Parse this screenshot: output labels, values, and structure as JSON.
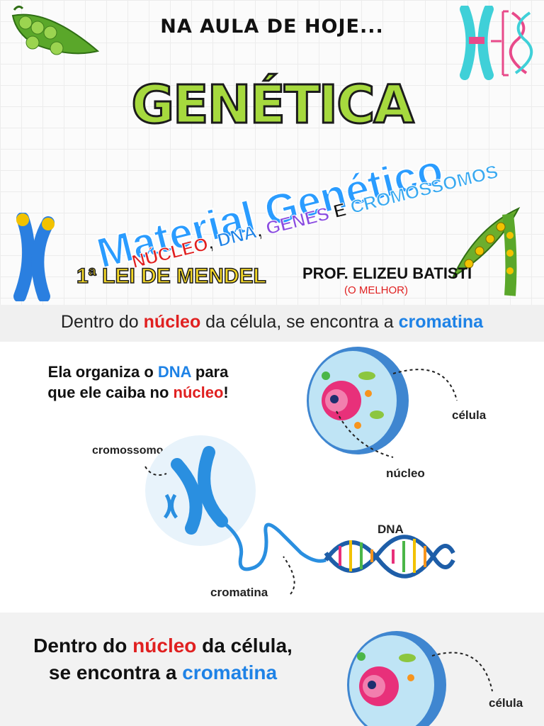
{
  "header": {
    "intro": "NA AULA DE HOJE...",
    "title": "GENÉTICA",
    "subtitle": "Material Genético",
    "topics": [
      "NÚCLEO",
      ", ",
      "DNA",
      ", ",
      "GENES",
      " E ",
      "CROMOSSOMOS"
    ],
    "mendel": "1ª LEI DE MENDEL",
    "professor": "PROF. ELIZEU BATISTI",
    "professor_note": "(O MELHOR)"
  },
  "section1": {
    "before": "Dentro do ",
    "highlight1": "núcleo",
    "middle": " da célula, se encontra a ",
    "highlight2": "cromatina"
  },
  "section2": {
    "text_a": "Ela organiza o ",
    "text_dna": "DNA",
    "text_b": " para",
    "text_c": "que ele caiba no ",
    "text_nucleo": "núcleo",
    "text_d": "!",
    "labels": {
      "celula": "célula",
      "nucleo": "núcleo",
      "cromossomo": "cromossomo",
      "dna": "DNA",
      "cromatina": "cromatina"
    }
  },
  "section3": {
    "a": "Dentro do ",
    "b": "núcleo",
    "c": " da célula,",
    "d": "se encontra a ",
    "e": "cromatina",
    "label_celula": "célula"
  },
  "colors": {
    "title_green": "#a6d93e",
    "subtitle_blue": "#2a9cff",
    "red": "#e02020",
    "blue": "#1e82e6",
    "purple": "#8a4ce0",
    "yellow": "#f5d928"
  }
}
